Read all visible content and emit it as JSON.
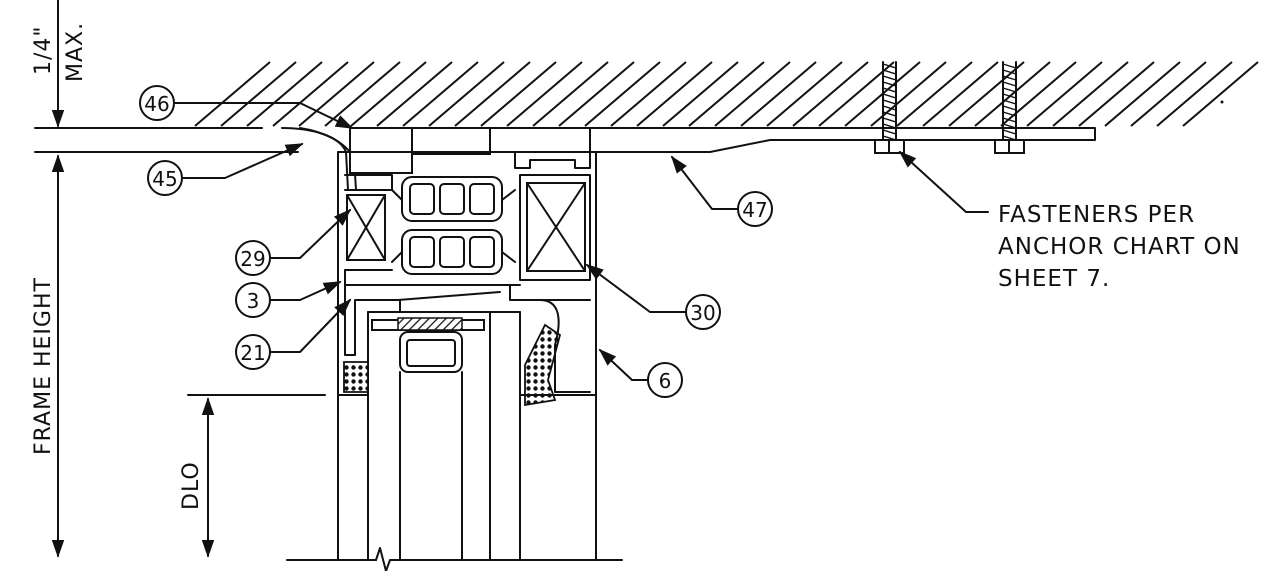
{
  "callouts": [
    {
      "id": "46",
      "label": "46"
    },
    {
      "id": "45",
      "label": "45"
    },
    {
      "id": "47",
      "label": "47"
    },
    {
      "id": "29",
      "label": "29"
    },
    {
      "id": "3",
      "label": "3"
    },
    {
      "id": "30",
      "label": "30"
    },
    {
      "id": "21",
      "label": "21"
    },
    {
      "id": "6",
      "label": "6"
    }
  ],
  "note": {
    "line1": "FASTENERS PER",
    "line2": "ANCHOR CHART ON",
    "line3": "SHEET 7."
  },
  "dimensions": {
    "gap_value": "1/4\"",
    "gap_qualifier": "MAX.",
    "frame_height": "FRAME HEIGHT",
    "dlo": "DLO"
  },
  "colors": {
    "line": "#111111",
    "background": "#ffffff"
  }
}
